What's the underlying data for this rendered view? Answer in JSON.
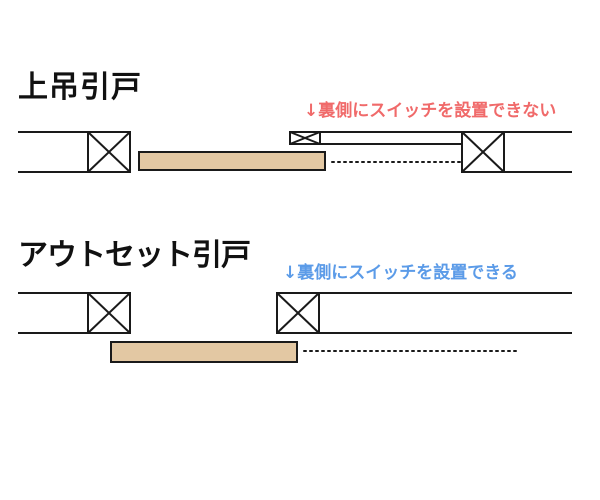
{
  "diagram1": {
    "title": "上吊引戸",
    "note": "↓裏側にスイッチを設置できない"
  },
  "diagram2": {
    "title": "アウトセット引戸",
    "note": "↓裏側にスイッチを設置できる"
  },
  "colors": {
    "note_negative": "#f06a6a",
    "note_positive": "#5b9be8",
    "door_fill": "#e3c8a3",
    "line": "#1a1a1a"
  }
}
